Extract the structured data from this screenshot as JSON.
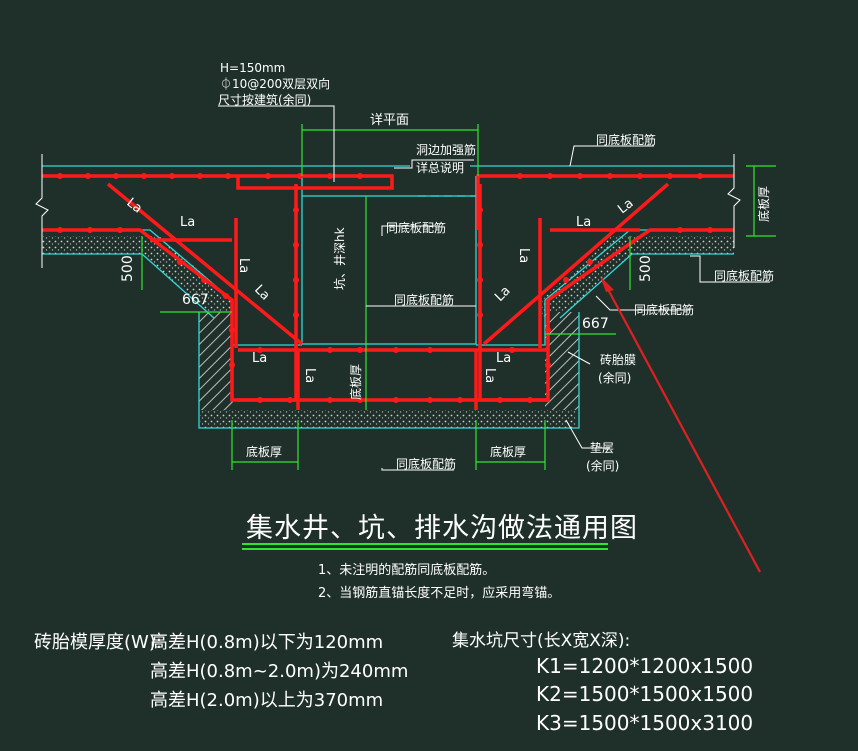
{
  "drawing": {
    "title": "集水井、坑、排水沟做法通用图",
    "notes": [
      "1、未注明的配筋同底板配筋。",
      "2、当钢筋直锚长度不足时，应采用弯锚。"
    ],
    "cover_callout": {
      "line1": "H=150mm",
      "line2": "⏀10@200双层双向",
      "line3": "尺寸按建筑(余同)"
    },
    "labels": {
      "detail_plan": "详平面",
      "hole_edge_1": "洞边加强筋",
      "hole_edge_2": "详总说明",
      "same_bottom": "同底板配筋",
      "pit_depth": "坑、井深hk",
      "slab_thickness": "底板厚",
      "anchor": "La",
      "dim_500": "500",
      "dim_667": "667",
      "brick_form": "砖胎膜",
      "same_note": "(余同)",
      "cushion": "垫层"
    },
    "brick_thickness": {
      "label": "砖胎模厚度(W):",
      "rows": [
        "高差H(0.8m)以下为120mm",
        "高差H(0.8m~2.0m)为240mm",
        "高差H(2.0m)以上为370mm"
      ]
    },
    "pit_sizes": {
      "label": "集水坑尺寸(长X宽X深):",
      "rows": [
        "K1=1200*1200x1500",
        "K2=1500*1500x1500",
        "K3=1500*1500x3100"
      ]
    },
    "colors": {
      "background": "#1f302b",
      "rebar": "#ff1a1a",
      "outline": "#33d6d6",
      "dimension": "#2ee62e",
      "text": "#ffffff"
    }
  }
}
